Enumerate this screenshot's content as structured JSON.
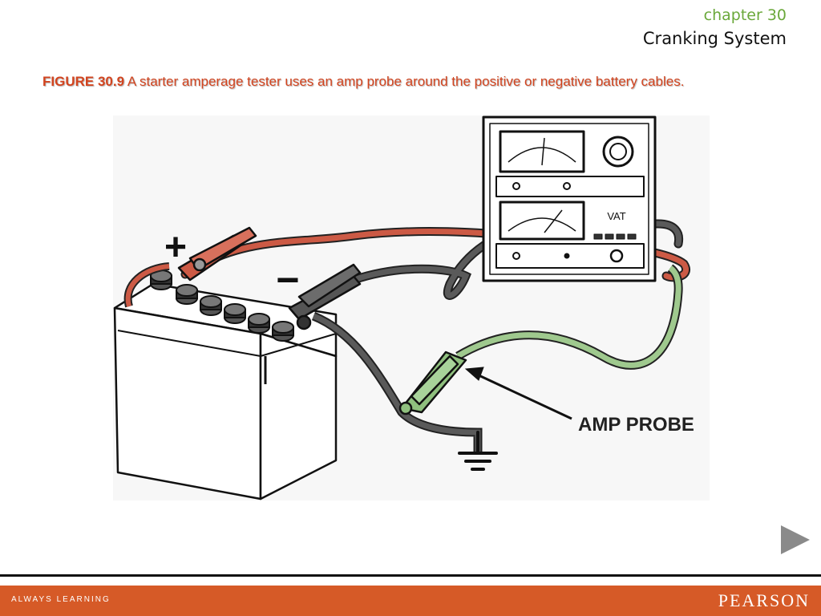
{
  "header": {
    "chapter": "chapter 30",
    "title": "Cranking System"
  },
  "figure": {
    "label": "FIGURE 30.9",
    "caption": "A starter amperage tester uses an amp probe around the positive or negative battery cables.",
    "tester_label": "VAT",
    "plus_sign": "+",
    "minus_sign": "−",
    "probe_label": "AMP PROBE"
  },
  "footer": {
    "tagline": "ALWAYS LEARNING",
    "brand": "PEARSON"
  },
  "colors": {
    "chapter": "#6aa83a",
    "caption": "#d2441f",
    "footer": "#d65a27",
    "red_cable": "#cc5a45",
    "gray_cable": "#5a5a5a",
    "green_cable": "#9fc98e"
  }
}
